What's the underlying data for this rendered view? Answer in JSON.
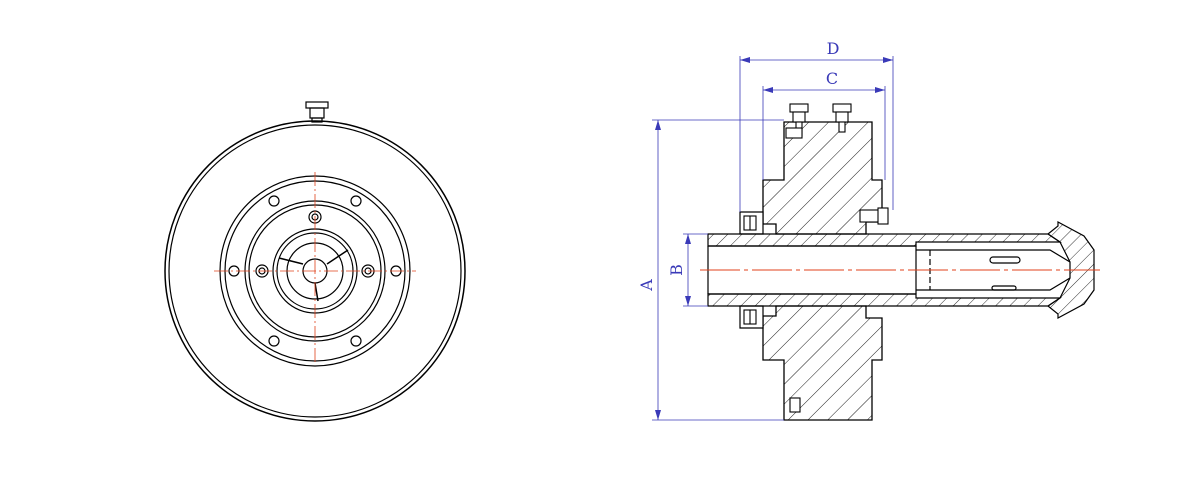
{
  "dimensions": {
    "a_label": "A",
    "b_label": "B",
    "c_label": "C",
    "d_label": "D"
  },
  "colors": {
    "line": "#000000",
    "dimension": "#3a3ab8",
    "centerline": "#e0421b",
    "background": "#ffffff"
  }
}
